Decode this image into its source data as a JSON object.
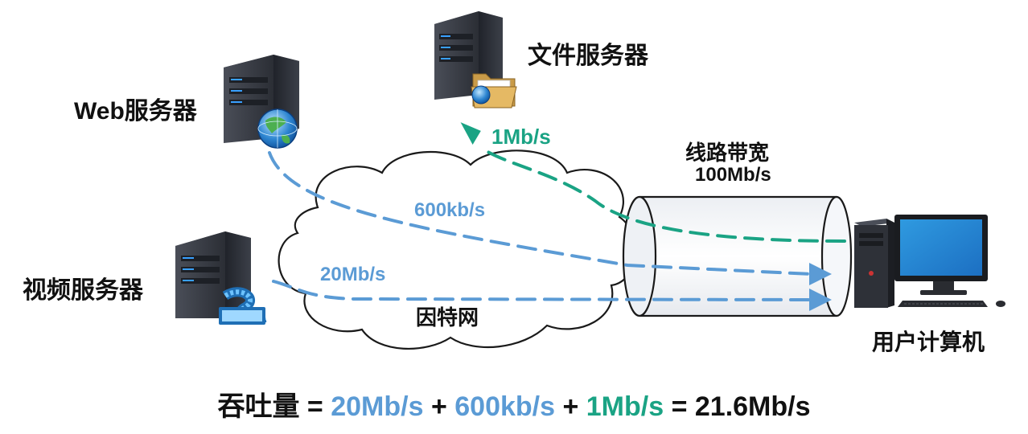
{
  "servers": {
    "web": "Web服务器",
    "file": "文件服务器",
    "video": "视频服务器"
  },
  "network": {
    "cloud_label": "因特网",
    "link_label_line1": "线路带宽",
    "link_label_line2": "100Mb/s"
  },
  "client": {
    "label": "用户计算机"
  },
  "flows": {
    "web_rate": "600kb/s",
    "video_rate": "20Mb/s",
    "file_rate": "1Mb/s"
  },
  "formula": {
    "term": "吞吐量",
    "eq1": " = ",
    "a": "20Mb/s",
    "plus1": " + ",
    "b": "600kb/s",
    "plus2": " + ",
    "c": "1Mb/s",
    "eq2": " = ",
    "result": "21.6Mb/s"
  },
  "colors": {
    "blue_flow": "#5b9bd5",
    "green_flow": "#1aa384",
    "server_body": "#3a3d45"
  },
  "icons": [
    "server-icon",
    "globe-icon",
    "folder-icon",
    "film-icon",
    "monitor-icon",
    "tower-icon",
    "keyboard-icon",
    "mouse-icon"
  ]
}
